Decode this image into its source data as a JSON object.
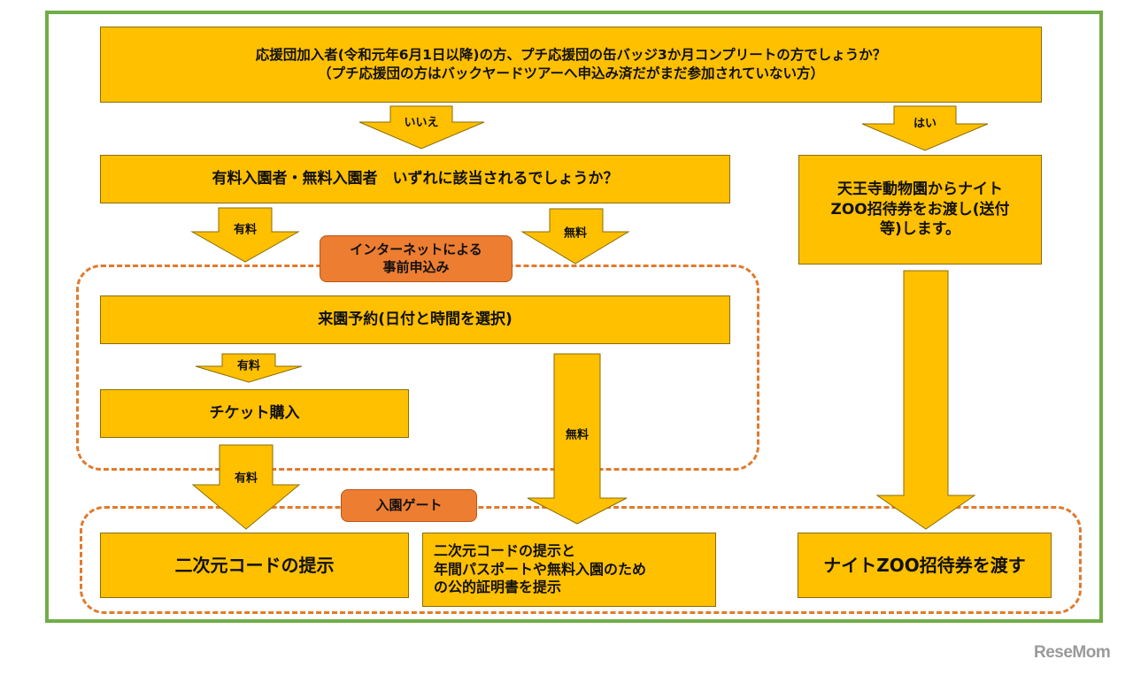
{
  "boxes": {
    "question1": "応援団加入者(令和元年6月1日以降)の方、プチ応援団の缶バッジ3か月コンプリートの方でしょうか？\n（プチ応援団の方はバックヤードツアーへ申込み済だがまだ参加されていない方）",
    "question2": "有料入園者・無料入園者　いずれに該当されるでしょうか？",
    "zoo_gift": "天王寺動物園からナイト\nZOO招待券をお渡し(送付\n等)します。",
    "reservation": "来園予約(日付と時間を選択)",
    "ticket": "チケット購入",
    "qr": "二次元コードの提示",
    "qr_pass": "二次元コードの提示と\n年間パスポートや無料入園のため\nの公的証明書を提示",
    "night_ticket": "ナイトZOO招待券を渡す"
  },
  "tags": {
    "online": "インターネットによる\n事前申込み",
    "gate": "入園ゲート"
  },
  "arrows": {
    "no": "いいえ",
    "yes": "はい",
    "paid": "有料",
    "free": "無料"
  },
  "colors": {
    "box": "#ffc000",
    "frame": "#70ad47",
    "dashed": "#e07a2e",
    "tag": "#ed7d31"
  },
  "logo": "ReseMom"
}
